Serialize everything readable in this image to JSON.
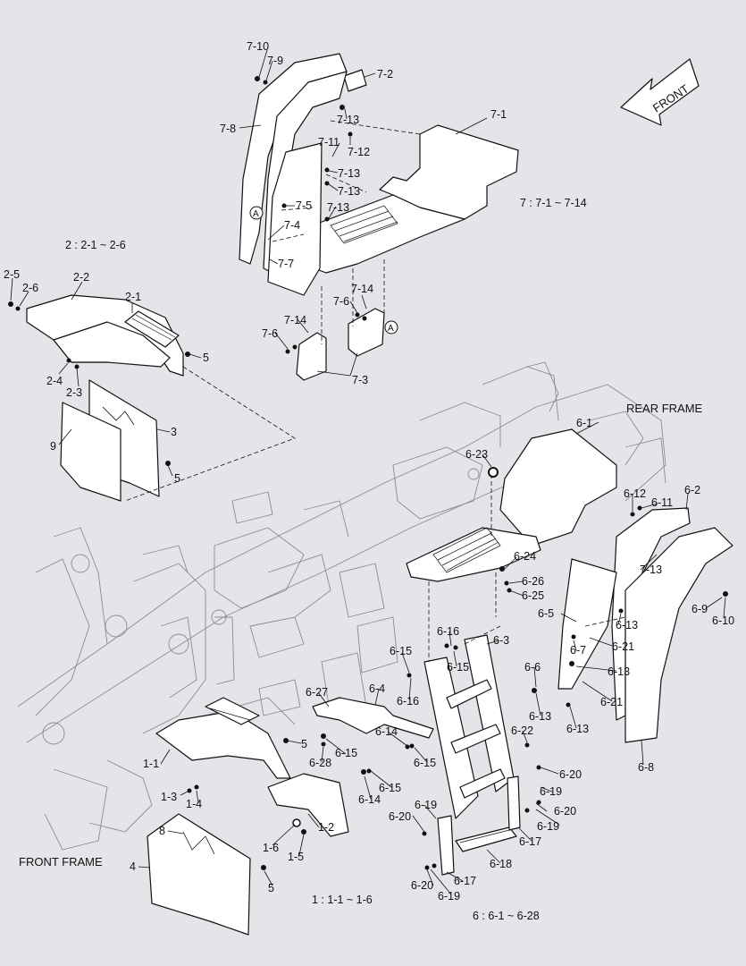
{
  "direction_label": "FRONT",
  "frame_labels": {
    "rear": "REAR FRAME",
    "front": "FRONT FRAME"
  },
  "callout_marker": "A",
  "groups": [
    {
      "id": "g7",
      "text": "7 : 7-1 ~ 7-14"
    },
    {
      "id": "g2",
      "text": "2 : 2-1 ~ 2-6"
    },
    {
      "id": "g1",
      "text": "1 : 1-1 ~ 1-6"
    },
    {
      "id": "g6",
      "text": "6 : 6-1 ~ 6-28"
    }
  ],
  "part_labels": [
    "7-10",
    "7-9",
    "7-2",
    "7-1",
    "7-8",
    "7-13",
    "7-11",
    "7-12",
    "7-13",
    "7-13",
    "7-5",
    "7-13",
    "7-4",
    "7-7",
    "7-14",
    "7-6",
    "7-14",
    "7-6",
    "7-3",
    "2-5",
    "2-6",
    "2-2",
    "2-1",
    "5",
    "2-4",
    "2-3",
    "9",
    "3",
    "5",
    "6-1",
    "6-23",
    "6-12",
    "6-11",
    "6-2",
    "7-13",
    "6-24",
    "6-26",
    "6-25",
    "6-9",
    "6-10",
    "6-5",
    "6-13",
    "6-7",
    "6-21",
    "6-16",
    "6-3",
    "6-15",
    "6-15",
    "6-16",
    "6-6",
    "6-13",
    "6-27",
    "6-4",
    "6-21",
    "6-13",
    "6-13",
    "6-14",
    "6-15",
    "6-22",
    "6-28",
    "6-15",
    "6-14",
    "6-15",
    "6-20",
    "6-19",
    "6-20",
    "6-19",
    "6-8",
    "6-19",
    "6-20",
    "6-17",
    "6-18",
    "6-17",
    "6-20",
    "6-19",
    "1-1",
    "5",
    "1-3",
    "1-4",
    "8",
    "1-2",
    "1-6",
    "1-5",
    "4",
    "5"
  ]
}
